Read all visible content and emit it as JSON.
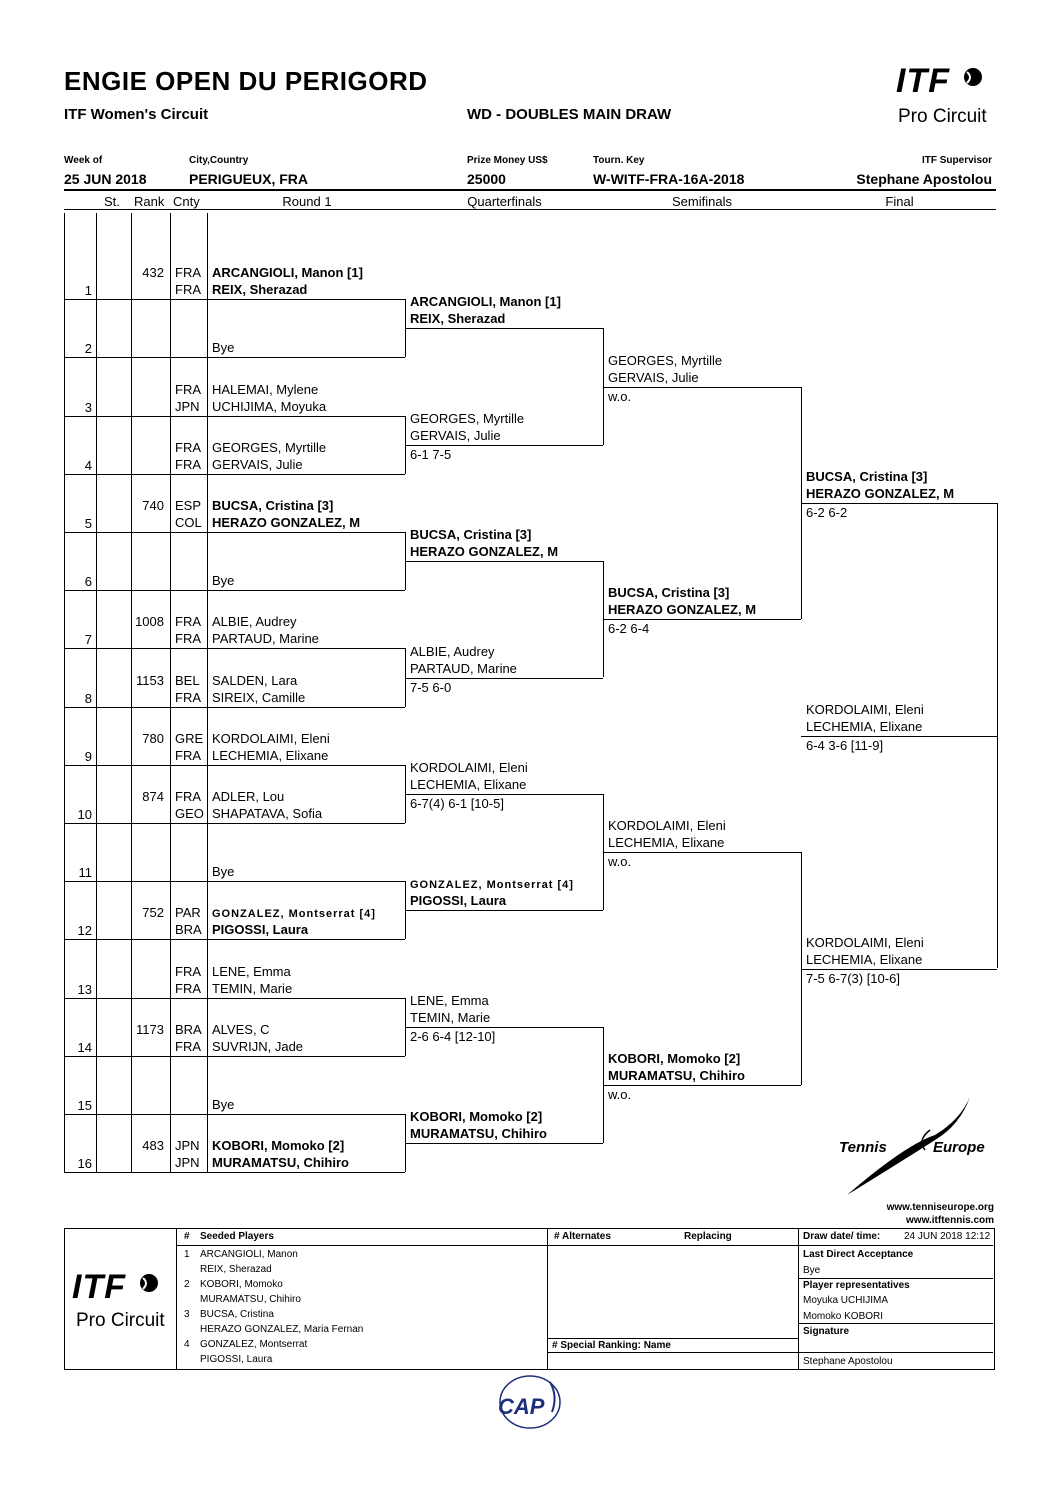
{
  "header": {
    "title": "ENGIE OPEN DU PERIGORD",
    "circuit": "ITF Women's Circuit",
    "draw_name": "WD -  DOUBLES MAIN DRAW",
    "week_label": "Week of",
    "week_value": "25 JUN 2018",
    "city_label": "City,Country",
    "city_value": "PERIGUEUX, FRA",
    "prize_label": "Prize Money US$",
    "prize_value": "25000",
    "key_label": "Tourn. Key",
    "key_value": "W-WITF-FRA-16A-2018",
    "supervisor_label": "ITF Supervisor",
    "supervisor_value": "Stephane Apostolou"
  },
  "logo": {
    "itf": "ITF",
    "pro_circuit": "Pro Circuit"
  },
  "columns": {
    "st": "St.",
    "rank": "Rank",
    "cnty": "Cnty",
    "round1": "Round 1",
    "qf": "Quarterfinals",
    "sf": "Semifinals",
    "final": "Final"
  },
  "draw": [
    {
      "n": "1",
      "rank": "432",
      "c1": "FRA",
      "c2": "FRA",
      "p1": "ARCANGIOLI, Manon [1]",
      "p2": "REIX, Sherazad",
      "bold": true
    },
    {
      "n": "2",
      "rank": "",
      "c1": "",
      "c2": "",
      "p1": "",
      "p2": "Bye",
      "bold": false
    },
    {
      "n": "3",
      "rank": "",
      "c1": "FRA",
      "c2": "JPN",
      "p1": "HALEMAI, Mylene",
      "p2": "UCHIJIMA, Moyuka",
      "bold": false
    },
    {
      "n": "4",
      "rank": "",
      "c1": "FRA",
      "c2": "FRA",
      "p1": "GEORGES, Myrtille",
      "p2": "GERVAIS, Julie",
      "bold": false
    },
    {
      "n": "5",
      "rank": "740",
      "c1": "ESP",
      "c2": "COL",
      "p1": "BUCSA, Cristina [3]",
      "p2": "HERAZO GONZALEZ, M",
      "bold": true
    },
    {
      "n": "6",
      "rank": "",
      "c1": "",
      "c2": "",
      "p1": "",
      "p2": "Bye",
      "bold": false
    },
    {
      "n": "7",
      "rank": "1008",
      "c1": "FRA",
      "c2": "FRA",
      "p1": "ALBIE, Audrey",
      "p2": "PARTAUD, Marine",
      "bold": false
    },
    {
      "n": "8",
      "rank": "1153",
      "c1": "BEL",
      "c2": "FRA",
      "p1": "SALDEN, Lara",
      "p2": "SIREIX, Camille",
      "bold": false
    },
    {
      "n": "9",
      "rank": "780",
      "c1": "GRE",
      "c2": "FRA",
      "p1": "KORDOLAIMI, Eleni",
      "p2": "LECHEMIA, Elixane",
      "bold": false
    },
    {
      "n": "10",
      "rank": "874",
      "c1": "FRA",
      "c2": "GEO",
      "p1": "ADLER, Lou",
      "p2": "SHAPATAVA, Sofia",
      "bold": false
    },
    {
      "n": "11",
      "rank": "",
      "c1": "",
      "c2": "",
      "p1": "",
      "p2": "Bye",
      "bold": false
    },
    {
      "n": "12",
      "rank": "752",
      "c1": "PAR",
      "c2": "BRA",
      "p1": "GONZALEZ, Montserrat [4]",
      "p2": "PIGOSSI, Laura",
      "bold": true,
      "small1": true
    },
    {
      "n": "13",
      "rank": "",
      "c1": "FRA",
      "c2": "FRA",
      "p1": "LENE, Emma",
      "p2": "TEMIN, Marie",
      "bold": false
    },
    {
      "n": "14",
      "rank": "1173",
      "c1": "BRA",
      "c2": "FRA",
      "p1": "ALVES, C",
      "p2": "SUVRIJN, Jade",
      "bold": false
    },
    {
      "n": "15",
      "rank": "",
      "c1": "",
      "c2": "",
      "p1": "",
      "p2": "Bye",
      "bold": false
    },
    {
      "n": "16",
      "rank": "483",
      "c1": "JPN",
      "c2": "JPN",
      "p1": "KOBORI, Momoko [2]",
      "p2": "MURAMATSU, Chihiro",
      "bold": true
    }
  ],
  "qf": [
    {
      "p1": "ARCANGIOLI, Manon [1]",
      "p2": "REIX, Sherazad",
      "score": "",
      "bold": true
    },
    {
      "p1": "GEORGES, Myrtille",
      "p2": "GERVAIS, Julie",
      "score": "6-1 7-5",
      "bold": false
    },
    {
      "p1": "BUCSA, Cristina [3]",
      "p2": "HERAZO GONZALEZ, M",
      "score": "",
      "bold": true
    },
    {
      "p1": "ALBIE, Audrey",
      "p2": "PARTAUD, Marine",
      "score": "7-5 6-0",
      "bold": false
    },
    {
      "p1": "KORDOLAIMI, Eleni",
      "p2": "LECHEMIA, Elixane",
      "score": "6-7(4) 6-1 [10-5]",
      "bold": false
    },
    {
      "p1": "GONZALEZ, Montserrat [4]",
      "p2": "PIGOSSI, Laura",
      "score": "",
      "bold": true,
      "small1": true
    },
    {
      "p1": "LENE, Emma",
      "p2": "TEMIN, Marie",
      "score": "2-6 6-4 [12-10]",
      "bold": false
    },
    {
      "p1": "KOBORI, Momoko [2]",
      "p2": "MURAMATSU, Chihiro",
      "score": "",
      "bold": true
    }
  ],
  "sf": [
    {
      "p1": "GEORGES, Myrtille",
      "p2": "GERVAIS, Julie",
      "score": "w.o.",
      "bold": false
    },
    {
      "p1": "BUCSA, Cristina [3]",
      "p2": "HERAZO GONZALEZ, M",
      "score": "6-2 6-4",
      "bold": true
    },
    {
      "p1": "KORDOLAIMI, Eleni",
      "p2": "LECHEMIA, Elixane",
      "score": "w.o.",
      "bold": false
    },
    {
      "p1": "KOBORI, Momoko [2]",
      "p2": "MURAMATSU, Chihiro",
      "score": "w.o.",
      "bold": true
    }
  ],
  "final": [
    {
      "p1": "BUCSA, Cristina [3]",
      "p2": "HERAZO GONZALEZ, M",
      "score": "6-2 6-2",
      "bold": true
    },
    {
      "p1": "KORDOLAIMI, Eleni",
      "p2": "LECHEMIA, Elixane",
      "score": "7-5 6-7(3) [10-6]",
      "bold": false
    }
  ],
  "winner": {
    "p1": "KORDOLAIMI, Eleni",
    "p2": "LECHEMIA, Elixane",
    "score": "6-4 3-6 [11-9]"
  },
  "tennis_europe": {
    "a": "Tennis",
    "b": "Europe",
    "url1": "www.tenniseurope.org",
    "url2": "www.itftennis.com"
  },
  "footer": {
    "seeded_hash": "#",
    "seeded_title": "Seeded Players",
    "seeds": [
      {
        "n": "1",
        "a": "ARCANGIOLI, Manon",
        "b": "REIX, Sherazad"
      },
      {
        "n": "2",
        "a": "KOBORI, Momoko",
        "b": "MURAMATSU, Chihiro"
      },
      {
        "n": "3",
        "a": "BUCSA, Cristina",
        "b": "HERAZO GONZALEZ, Maria Fernan"
      },
      {
        "n": "4",
        "a": "GONZALEZ, Montserrat",
        "b": "PIGOSSI, Laura"
      }
    ],
    "alternates": "# Alternates",
    "replacing": "Replacing",
    "special": "# Special Ranking: Name",
    "draw_date_label": "Draw date/ time:",
    "draw_date_value": "24 JUN 2018 12:12",
    "lda_label": "Last Direct Acceptance",
    "lda_value": "Bye",
    "reps_label": "Player representatives",
    "rep1": "Moyuka UCHIJIMA",
    "rep2": "Momoko KOBORI",
    "sig_label": "Signature",
    "sig_value": "Stephane Apostolou"
  },
  "bottom_logo": "CAP"
}
